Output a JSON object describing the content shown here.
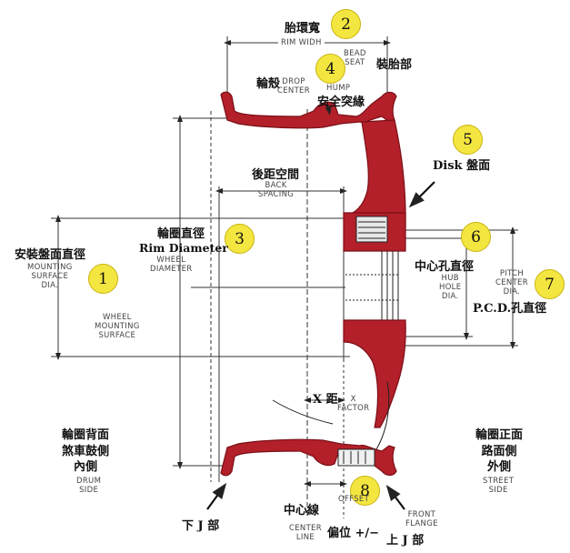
{
  "colors": {
    "rim": "#b3202a",
    "rim_dark": "#7a0f17",
    "badge": "#f4e640",
    "line": "#222222"
  },
  "badges": [
    "1",
    "2",
    "3",
    "4",
    "5",
    "6",
    "7",
    "8"
  ],
  "labels": {
    "rim_width_zh": "胎環寬",
    "rim_width_en": "RIM WIDH",
    "bead_seat_en": "BEAD\nSEAT",
    "bead_seat_zh": "裝胎部",
    "drop_center_zh": "輪殼",
    "drop_center_en": "DROP\nCENTER",
    "hump_en": "HUMP",
    "hump_zh": "安全突緣",
    "disk_text": "Disk 盤面",
    "back_spacing_zh": "後距空間",
    "back_spacing_en": "BACK\nSPACING",
    "rim_diameter_zh": "輪圈直徑",
    "rim_diameter_en": "Rim Diameter",
    "wheel_diameter_en": "WHEEL\nDIAMETER",
    "mounting_zh": "安裝盤面直徑",
    "mounting_en": "MOUNTING\nSURFACE\nDIA.",
    "wheel_mounting_en": "WHEEL\nMOUNTING\nSURFACE",
    "hub_hole_zh": "中心孔直徑",
    "hub_hole_en": "HUB\nHOLE\nDIA.",
    "pitch_en": "PITCH\nCENTER\nDIA.",
    "pcd_text": "P.C.D.孔直徑",
    "x_distance_zh": "X 距",
    "x_factor_en": "X\nFACTOR",
    "drum_zh": "輪圈背面\n煞車鼓側\n內側",
    "drum_en": "DRUM\nSIDE",
    "street_zh": "輪圈正面\n路面側\n外側",
    "street_en": "STREET\nSIDE",
    "lower_j_zh": "下 J 部",
    "center_line_zh": "中心線",
    "center_line_en": "CENTER\nLINE",
    "offset_en": "OFFSET",
    "offset_zh": "偏位 +/−",
    "front_flange_en": "FRONT\nFLANGE",
    "upper_j_zh": "上 J 部"
  }
}
